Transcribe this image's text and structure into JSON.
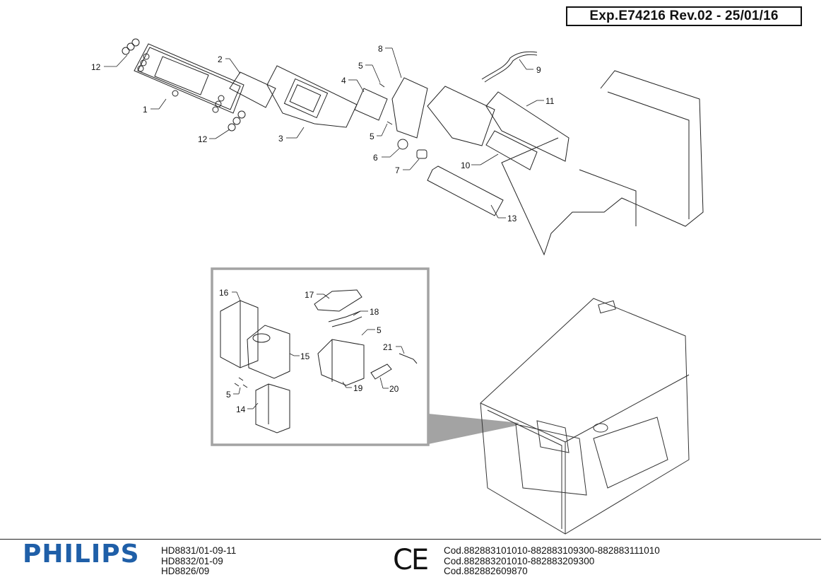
{
  "header": {
    "doc_ref": "Exp.E74216 Rev.02 - 25/01/16"
  },
  "parts_top": [
    {
      "num": "1"
    },
    {
      "num": "2"
    },
    {
      "num": "3"
    },
    {
      "num": "4"
    },
    {
      "num": "5"
    },
    {
      "num": "5"
    },
    {
      "num": "6"
    },
    {
      "num": "7"
    },
    {
      "num": "8"
    },
    {
      "num": "9"
    },
    {
      "num": "10"
    },
    {
      "num": "11"
    },
    {
      "num": "12"
    },
    {
      "num": "12"
    },
    {
      "num": "13"
    }
  ],
  "parts_detail": [
    {
      "num": "16"
    },
    {
      "num": "17"
    },
    {
      "num": "18"
    },
    {
      "num": "5"
    },
    {
      "num": "21"
    },
    {
      "num": "15"
    },
    {
      "num": "5"
    },
    {
      "num": "19"
    },
    {
      "num": "20"
    },
    {
      "num": "14"
    }
  ],
  "footer": {
    "brand": "PHILIPS",
    "models": [
      "HD8831/01-09-11",
      "HD8832/01-09",
      "HD8826/09"
    ],
    "ce_mark": "CE",
    "codes": [
      "Cod.882883101010-882883109300-882883111010",
      "Cod.882883201010-882883209300",
      "Cod.882882609870"
    ]
  },
  "colors": {
    "brand": "#1f5fa8",
    "detail_frame": "#a3a3a3",
    "line": "#222222"
  }
}
